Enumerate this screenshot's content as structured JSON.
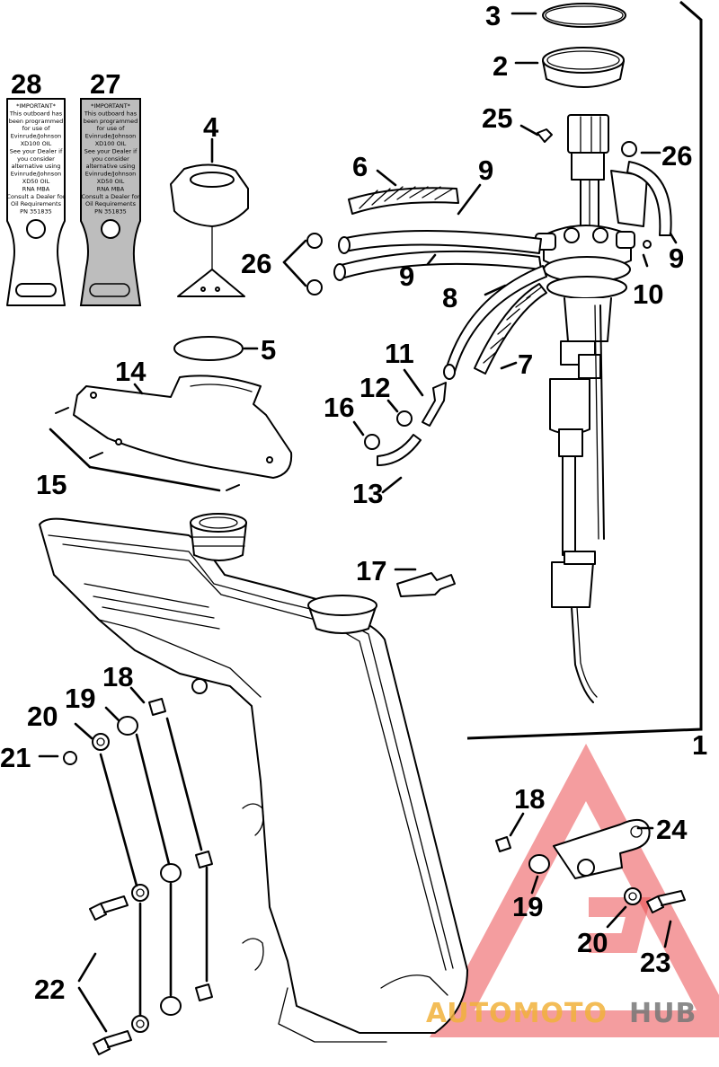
{
  "diagram": {
    "assembly_label": "1",
    "callouts": [
      {
        "id": "c3",
        "text": "3"
      },
      {
        "id": "c2",
        "text": "2"
      },
      {
        "id": "c25",
        "text": "25"
      },
      {
        "id": "c26a",
        "text": "26"
      },
      {
        "id": "c28",
        "text": "28"
      },
      {
        "id": "c27",
        "text": "27"
      },
      {
        "id": "c4",
        "text": "4"
      },
      {
        "id": "c6",
        "text": "6"
      },
      {
        "id": "c9a",
        "text": "9"
      },
      {
        "id": "c9b",
        "text": "9"
      },
      {
        "id": "c9c",
        "text": "9"
      },
      {
        "id": "c26b",
        "text": "26"
      },
      {
        "id": "c10",
        "text": "10"
      },
      {
        "id": "c8",
        "text": "8"
      },
      {
        "id": "c5",
        "text": "5"
      },
      {
        "id": "c11",
        "text": "11"
      },
      {
        "id": "c7",
        "text": "7"
      },
      {
        "id": "c14",
        "text": "14"
      },
      {
        "id": "c12",
        "text": "12"
      },
      {
        "id": "c16",
        "text": "16"
      },
      {
        "id": "c15",
        "text": "15"
      },
      {
        "id": "c13",
        "text": "13"
      },
      {
        "id": "c17",
        "text": "17"
      },
      {
        "id": "c18a",
        "text": "18"
      },
      {
        "id": "c19a",
        "text": "19"
      },
      {
        "id": "c20a",
        "text": "20"
      },
      {
        "id": "c21",
        "text": "21"
      },
      {
        "id": "c18b",
        "text": "18"
      },
      {
        "id": "c24",
        "text": "24"
      },
      {
        "id": "c19b",
        "text": "19"
      },
      {
        "id": "c20b",
        "text": "20"
      },
      {
        "id": "c23",
        "text": "23"
      },
      {
        "id": "c22",
        "text": "22"
      }
    ],
    "decal_28": {
      "lines": [
        "*IMPORTANT*",
        "This outboard has",
        "been programmed",
        "for use of",
        "Evinrude/Johnson",
        "XD100 OIL",
        "See your Dealer if",
        "you consider",
        "alternative using",
        "Evinrude/Johnson",
        "XD50 OIL",
        "RNA MBA",
        "Consult a Dealer for",
        "Oil Requirements",
        "PN 351835"
      ]
    },
    "decal_27": {
      "lines": [
        "*IMPORTANT*",
        "This outboard has",
        "been programmed",
        "for use of",
        "Evinrude/Johnson",
        "XD100 OIL",
        "See your Dealer if",
        "you consider",
        "alternative using",
        "Evinrude/Johnson",
        "XD50 OIL",
        "RNA MBA",
        "Consult a Dealer for",
        "Oil Requirements",
        "PN 351835"
      ]
    }
  },
  "watermark": {
    "part1": "AUTOMOTO",
    "part2": "HUB",
    "color_red": "#e8383d",
    "color_orange": "#f1b23c",
    "color_gray": "#777777"
  }
}
